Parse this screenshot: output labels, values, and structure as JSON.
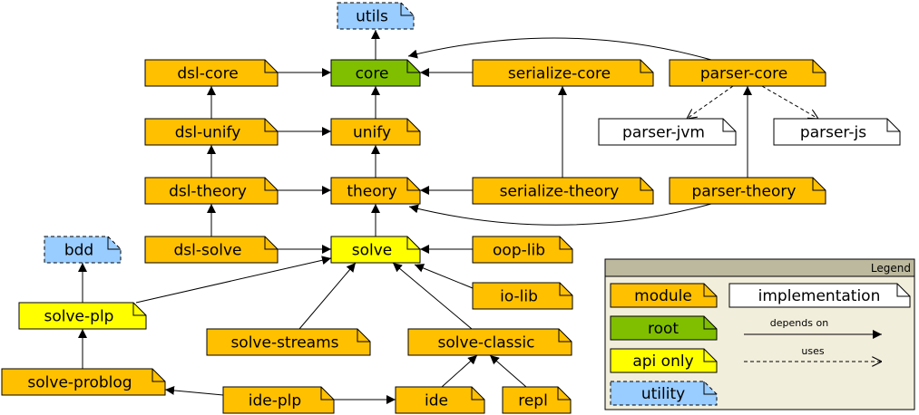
{
  "colors": {
    "module": "#ffc000",
    "root": "#7fbf00",
    "api_only": "#ffff00",
    "utility": "#99ccff",
    "implementation": "#ffffff",
    "legend_bg": "#f2eedc",
    "legend_header": "#bdb99f"
  },
  "nodes": [
    {
      "id": "utils",
      "label": "utils",
      "kind": "utility"
    },
    {
      "id": "dsl-core",
      "label": "dsl-core",
      "kind": "module"
    },
    {
      "id": "core",
      "label": "core",
      "kind": "root"
    },
    {
      "id": "serialize-core",
      "label": "serialize-core",
      "kind": "module"
    },
    {
      "id": "parser-core",
      "label": "parser-core",
      "kind": "module"
    },
    {
      "id": "parser-jvm",
      "label": "parser-jvm",
      "kind": "implementation"
    },
    {
      "id": "parser-js",
      "label": "parser-js",
      "kind": "implementation"
    },
    {
      "id": "dsl-unify",
      "label": "dsl-unify",
      "kind": "module"
    },
    {
      "id": "unify",
      "label": "unify",
      "kind": "module"
    },
    {
      "id": "dsl-theory",
      "label": "dsl-theory",
      "kind": "module"
    },
    {
      "id": "theory",
      "label": "theory",
      "kind": "module"
    },
    {
      "id": "serialize-theory",
      "label": "serialize-theory",
      "kind": "module"
    },
    {
      "id": "parser-theory",
      "label": "parser-theory",
      "kind": "module"
    },
    {
      "id": "bdd",
      "label": "bdd",
      "kind": "utility"
    },
    {
      "id": "dsl-solve",
      "label": "dsl-solve",
      "kind": "module"
    },
    {
      "id": "solve",
      "label": "solve",
      "kind": "api_only"
    },
    {
      "id": "oop-lib",
      "label": "oop-lib",
      "kind": "module"
    },
    {
      "id": "io-lib",
      "label": "io-lib",
      "kind": "module"
    },
    {
      "id": "solve-plp",
      "label": "solve-plp",
      "kind": "api_only"
    },
    {
      "id": "solve-streams",
      "label": "solve-streams",
      "kind": "module"
    },
    {
      "id": "solve-classic",
      "label": "solve-classic",
      "kind": "module"
    },
    {
      "id": "solve-problog",
      "label": "solve-problog",
      "kind": "module"
    },
    {
      "id": "ide-plp",
      "label": "ide-plp",
      "kind": "module"
    },
    {
      "id": "ide",
      "label": "ide",
      "kind": "module"
    },
    {
      "id": "repl",
      "label": "repl",
      "kind": "module"
    }
  ],
  "edges": [
    {
      "from": "core",
      "to": "utils",
      "type": "depends"
    },
    {
      "from": "dsl-core",
      "to": "core",
      "type": "depends"
    },
    {
      "from": "serialize-core",
      "to": "core",
      "type": "depends"
    },
    {
      "from": "parser-core",
      "to": "core",
      "type": "depends"
    },
    {
      "from": "parser-core",
      "to": "parser-jvm",
      "type": "uses"
    },
    {
      "from": "parser-core",
      "to": "parser-js",
      "type": "uses"
    },
    {
      "from": "dsl-unify",
      "to": "dsl-core",
      "type": "depends"
    },
    {
      "from": "dsl-unify",
      "to": "unify",
      "type": "depends"
    },
    {
      "from": "unify",
      "to": "core",
      "type": "depends"
    },
    {
      "from": "dsl-theory",
      "to": "dsl-unify",
      "type": "depends"
    },
    {
      "from": "dsl-theory",
      "to": "theory",
      "type": "depends"
    },
    {
      "from": "theory",
      "to": "unify",
      "type": "depends"
    },
    {
      "from": "serialize-theory",
      "to": "theory",
      "type": "depends"
    },
    {
      "from": "serialize-theory",
      "to": "serialize-core",
      "type": "depends"
    },
    {
      "from": "parser-theory",
      "to": "theory",
      "type": "depends"
    },
    {
      "from": "parser-theory",
      "to": "parser-core",
      "type": "depends"
    },
    {
      "from": "dsl-solve",
      "to": "dsl-theory",
      "type": "depends"
    },
    {
      "from": "dsl-solve",
      "to": "solve",
      "type": "depends"
    },
    {
      "from": "solve",
      "to": "theory",
      "type": "depends"
    },
    {
      "from": "oop-lib",
      "to": "solve",
      "type": "depends"
    },
    {
      "from": "io-lib",
      "to": "solve",
      "type": "depends"
    },
    {
      "from": "solve-plp",
      "to": "solve",
      "type": "depends"
    },
    {
      "from": "solve-plp",
      "to": "bdd",
      "type": "depends"
    },
    {
      "from": "solve-streams",
      "to": "solve",
      "type": "depends"
    },
    {
      "from": "solve-classic",
      "to": "solve",
      "type": "depends"
    },
    {
      "from": "solve-problog",
      "to": "solve-plp",
      "type": "depends"
    },
    {
      "from": "ide-plp",
      "to": "solve-problog",
      "type": "depends"
    },
    {
      "from": "ide-plp",
      "to": "ide",
      "type": "depends"
    },
    {
      "from": "ide",
      "to": "solve-classic",
      "type": "depends"
    },
    {
      "from": "repl",
      "to": "solve-classic",
      "type": "depends"
    }
  ],
  "legend": {
    "title": "Legend",
    "module": "module",
    "root": "root",
    "api_only": "api only",
    "utility": "utility",
    "implementation": "implementation",
    "depends_on": "depends on",
    "uses": "uses"
  }
}
